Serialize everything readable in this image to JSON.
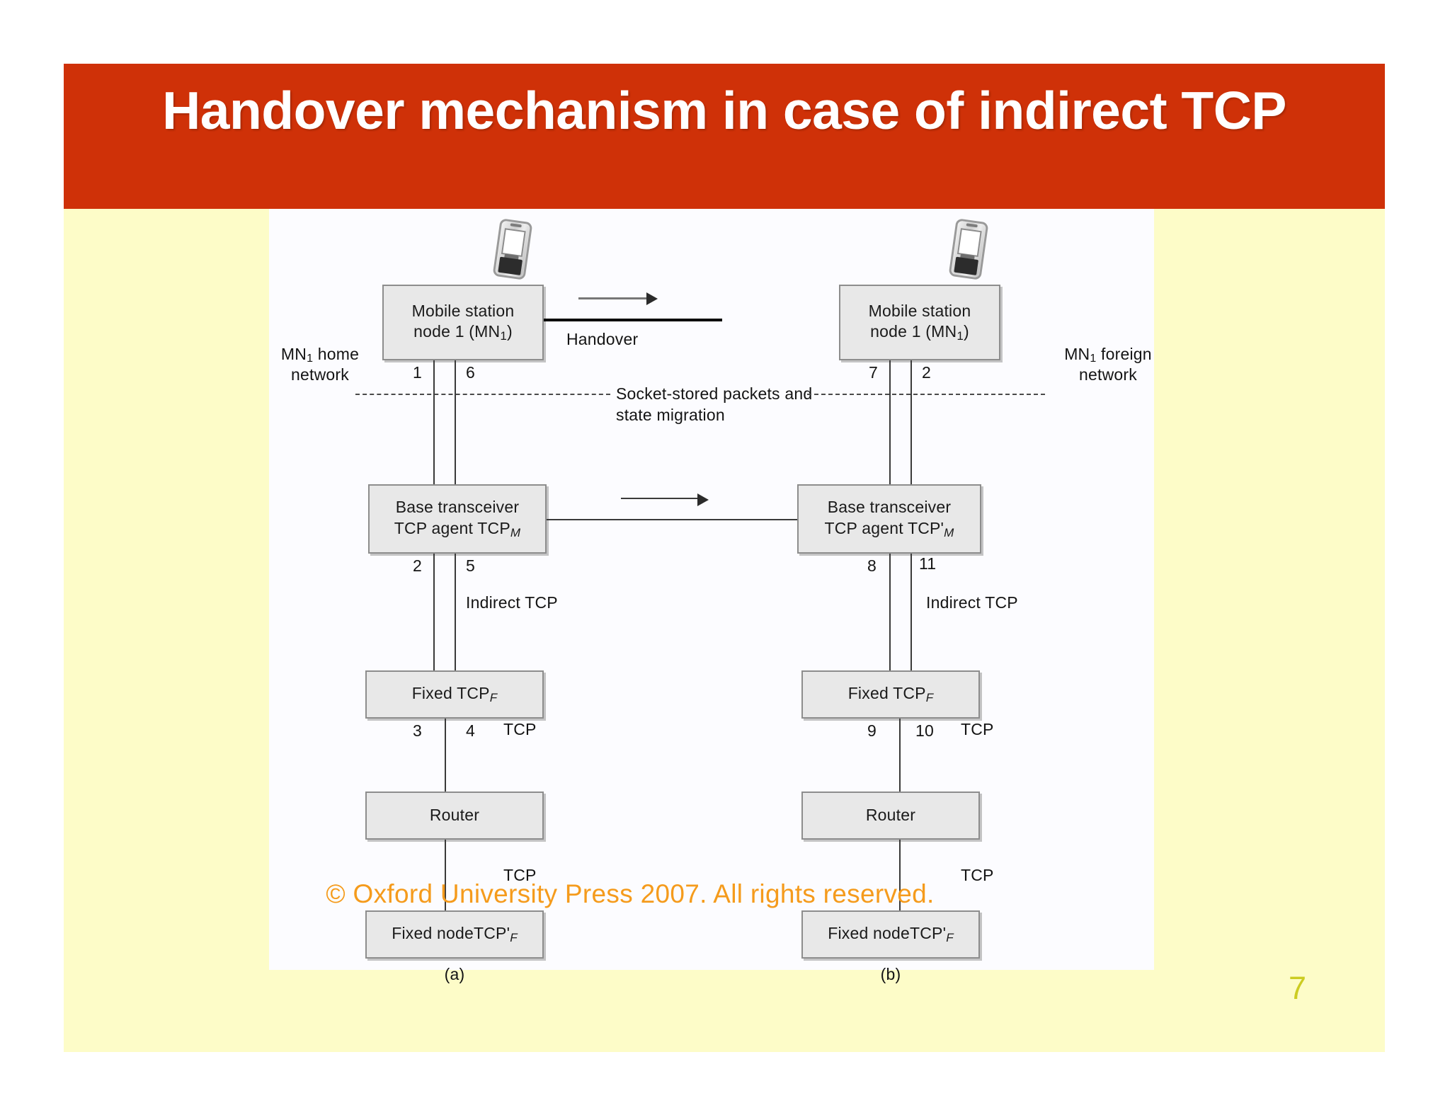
{
  "slide": {
    "title": "Handover mechanism in case of indirect TCP",
    "copyright": "© Oxford University Press 2007. All rights reserved.",
    "page_number": "7",
    "colors": {
      "title_bar": "#cf3108",
      "slide_background": "#fdfcc8",
      "diagram_panel": "#fcfcff",
      "box_fill": "#e8e8e8",
      "box_border": "#8d8d8d",
      "copyright_text": "#f59b1c",
      "page_number_text": "#cccc22"
    }
  },
  "diagram": {
    "left_column": {
      "caption": "(a)",
      "network_label_line1": "MN",
      "network_label_sub": "1",
      "network_label_line1b": " home",
      "network_label_line2": "network",
      "boxes": [
        {
          "line1": "Mobile station",
          "line2": "node 1 (MN",
          "sub": "1",
          "line2b": ")"
        },
        {
          "line1": "Base transceiver",
          "line2": "TCP agent TCP",
          "sub": "M"
        },
        {
          "line1": "Fixed TCP",
          "sub": "F"
        },
        {
          "line1": "Router"
        },
        {
          "line1": "Fixed nodeTCP'",
          "sub": "F"
        }
      ],
      "connector_numbers": {
        "mn_left": "1",
        "mn_right": "6",
        "bts_left": "2",
        "bts_right": "5",
        "fixed_left": "3",
        "fixed_right": "4"
      },
      "protocol_labels": {
        "indirect_tcp": "Indirect TCP",
        "tcp_router": "TCP",
        "tcp_fixednode": "TCP"
      }
    },
    "right_column": {
      "caption": "(b)",
      "network_label_line1": "MN",
      "network_label_sub": "1",
      "network_label_line1b": " foreign",
      "network_label_line2": "network",
      "boxes": [
        {
          "line1": "Mobile station",
          "line2": "node 1 (MN",
          "sub": "1",
          "line2b": ")"
        },
        {
          "line1": "Base transceiver",
          "line2": "TCP agent TCP'",
          "sub": "M"
        },
        {
          "line1": "Fixed TCP",
          "sub": "F"
        },
        {
          "line1": "Router"
        },
        {
          "line1": "Fixed nodeTCP'",
          "sub": "F"
        }
      ],
      "connector_numbers": {
        "mn_left": "7",
        "mn_right": "2",
        "bts_left": "8",
        "bts_right": "11",
        "fixed_left": "9",
        "fixed_right": "10"
      },
      "protocol_labels": {
        "indirect_tcp": "Indirect TCP",
        "tcp_router": "TCP",
        "tcp_fixednode": "TCP"
      }
    },
    "center_labels": {
      "handover": "Handover",
      "migration_line1": "Socket-stored packets and",
      "migration_line2": "state migration"
    }
  }
}
